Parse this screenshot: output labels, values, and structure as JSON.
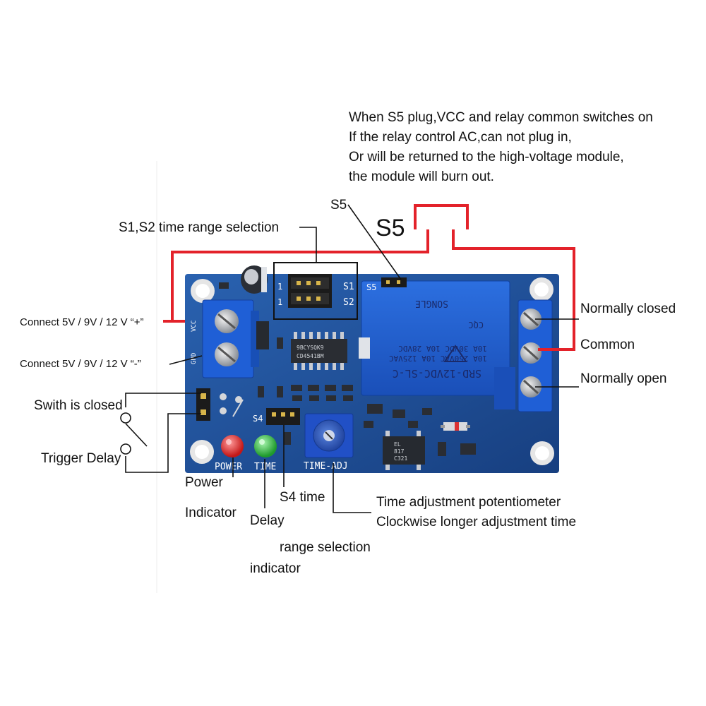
{
  "warning": {
    "line1": "When S5 plug,VCC and relay common switches on",
    "line2": "If the relay control AC,can not plug in,",
    "line3": "Or will be returned to the high-voltage module,",
    "line4": "the module will burn out."
  },
  "labels": {
    "s5_small": "S5",
    "s5_big": "S5",
    "time_range": "S1,S2 time range selection",
    "connect_plus": "Connect  5V / 9V / 12 V  “+”",
    "connect_minus": "Connect  5V / 9V / 12 V  “-”",
    "switch_closed": "Swith is closed",
    "trigger_delay": "Trigger Delay",
    "normally_closed": "Normally closed",
    "common": "Common",
    "normally_open": "Normally open",
    "power": "Power",
    "indicator1": "Indicator",
    "delay": "Delay",
    "indicator2": "indicator",
    "s4_time": "S4 time",
    "range_selection": "range selection",
    "pot_line1": "Time adjustment potentiometer",
    "pot_line2": "Clockwise longer adjustment time"
  },
  "silkscreen": {
    "s1": "S1",
    "s2": "S2",
    "s5": "S5",
    "s4": "S4",
    "pin1": "1",
    "pin1b": "1",
    "power": "POWER",
    "time": "TIME",
    "time_adj": "TIME-ADJ",
    "vcc": "VCC",
    "gnd": "GND"
  },
  "relay": {
    "model": "SRD-12VDC-SL-C",
    "rating1": "10A 250VAC  10A 125VAC",
    "rating2": "10A 30VDC   10A 28VDC",
    "brand": "SONGLE",
    "cert": "CQC"
  },
  "chips": {
    "ic_line1": "9BCYSQK9",
    "ic_line2": "CD4541BM",
    "opto_line1": "EL",
    "opto_line2": "817",
    "opto_line3": "C321"
  },
  "colors": {
    "board": "#1f4f97",
    "terminal": "#1f5fd6",
    "red_wire": "#e3222a",
    "led_red": "#e03030",
    "led_green": "#3cbf4a"
  }
}
